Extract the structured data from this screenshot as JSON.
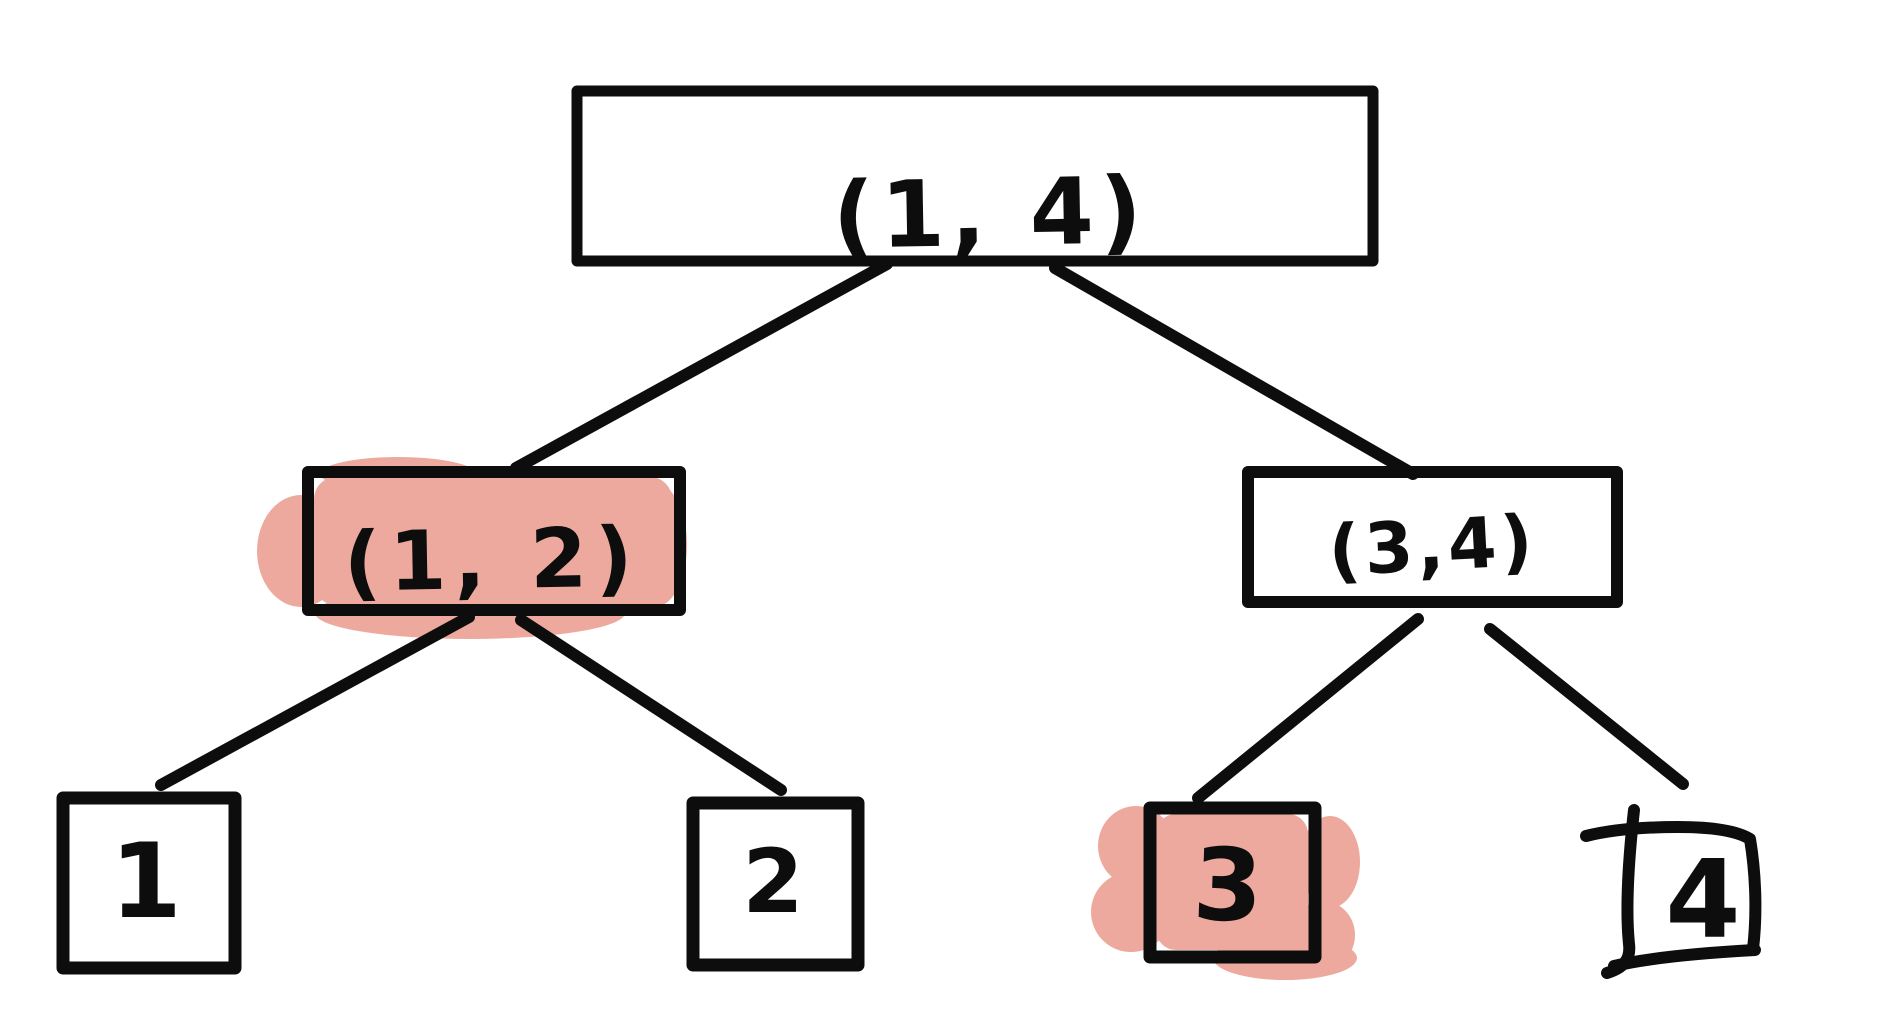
{
  "diagram": {
    "type": "tree",
    "background_color": "#ffffff",
    "ink_color": "#0d0d0d",
    "highlight_color": "#eda99e",
    "nodes": {
      "root": {
        "label": "(1, 4)",
        "highlighted": false
      },
      "left": {
        "label": "(1, 2)",
        "highlighted": true
      },
      "right": {
        "label": "(3,4)",
        "highlighted": false
      },
      "leaf1": {
        "label": "1",
        "highlighted": false
      },
      "leaf2": {
        "label": "2",
        "highlighted": false
      },
      "leaf3": {
        "label": "3",
        "highlighted": true
      },
      "leaf4": {
        "label": "4",
        "highlighted": false
      }
    },
    "edges": [
      {
        "from": "root",
        "to": "left"
      },
      {
        "from": "root",
        "to": "right"
      },
      {
        "from": "left",
        "to": "leaf1"
      },
      {
        "from": "left",
        "to": "leaf2"
      },
      {
        "from": "right",
        "to": "leaf3"
      },
      {
        "from": "right",
        "to": "leaf4"
      }
    ]
  }
}
